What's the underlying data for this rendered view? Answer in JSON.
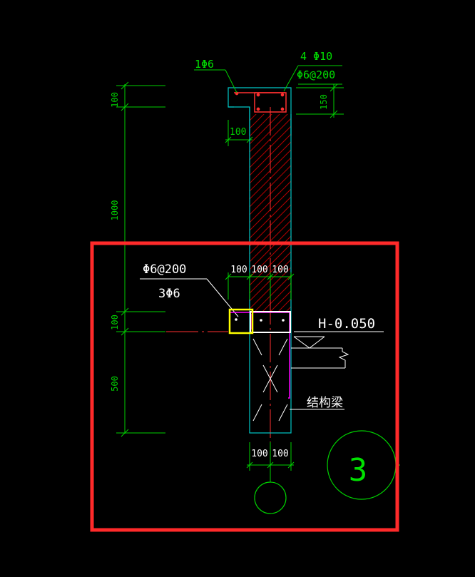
{
  "colors": {
    "background": "#000000",
    "dim": "#00d000",
    "outline": "#00c8c8",
    "rebar": "#ff3030",
    "text_green": "#00e000",
    "text_white": "#ffffff",
    "magenta": "#ff00ff",
    "highlight_red": "#ff2a2a",
    "highlight_yellow": "#ffff00",
    "highlight_white": "#ffffff",
    "centerline": "#ff3030"
  },
  "labels": {
    "top_left_rebar": "1Φ6",
    "top_right_rebar_1": "4 Φ10",
    "top_right_rebar_2": "Φ6@200",
    "mid_rebar_1": "Φ6@200",
    "mid_rebar_2": "3Φ6",
    "elevation": "H-0.050",
    "beam_label": "结构梁",
    "section_number": "3"
  },
  "dimensions": {
    "left_top_100": "100",
    "left_1000": "1000",
    "left_mid_100": "100",
    "left_500": "500",
    "right_150": "150",
    "wall_100": "100",
    "mid_row": [
      "100",
      "100",
      "100"
    ],
    "bottom_row": [
      "100",
      "100"
    ]
  }
}
